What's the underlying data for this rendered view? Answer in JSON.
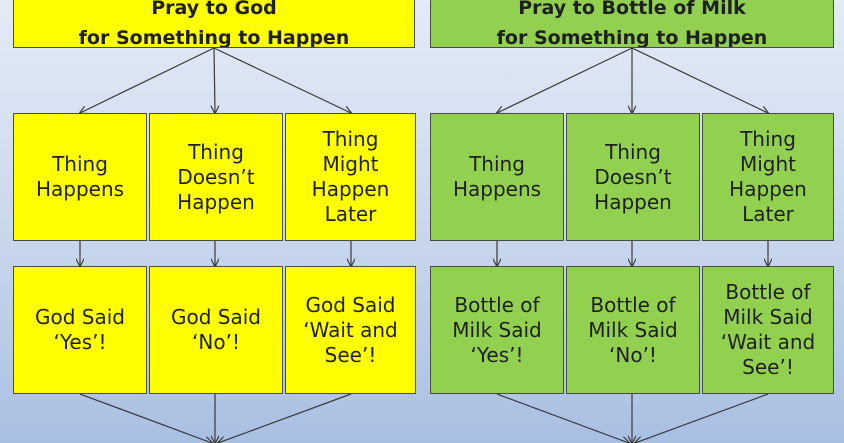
{
  "colors": {
    "yellow": "#ffff00",
    "green": "#92d050",
    "border": "#4b4b4b",
    "line": "#3a3a3a"
  },
  "left_branch": {
    "title": "Pray to God\nfor Something to Happen",
    "outcomes": [
      "Thing\nHappens",
      "Thing\nDoesn’t\nHappen",
      "Thing\nMight\nHappen\nLater"
    ],
    "interpretations": [
      "God Said\n‘Yes’!",
      "God Said\n‘No’!",
      "God Said\n‘Wait and\nSee’!"
    ]
  },
  "right_branch": {
    "title": "Pray to Bottle of Milk\nfor Something to Happen",
    "outcomes": [
      "Thing\nHappens",
      "Thing\nDoesn’t\nHappen",
      "Thing\nMight\nHappen\nLater"
    ],
    "interpretations": [
      "Bottle of\nMilk Said\n‘Yes’!",
      "Bottle of\nMilk Said\n‘No’!",
      "Bottle of\nMilk Said\n‘Wait and\nSee’!"
    ]
  }
}
